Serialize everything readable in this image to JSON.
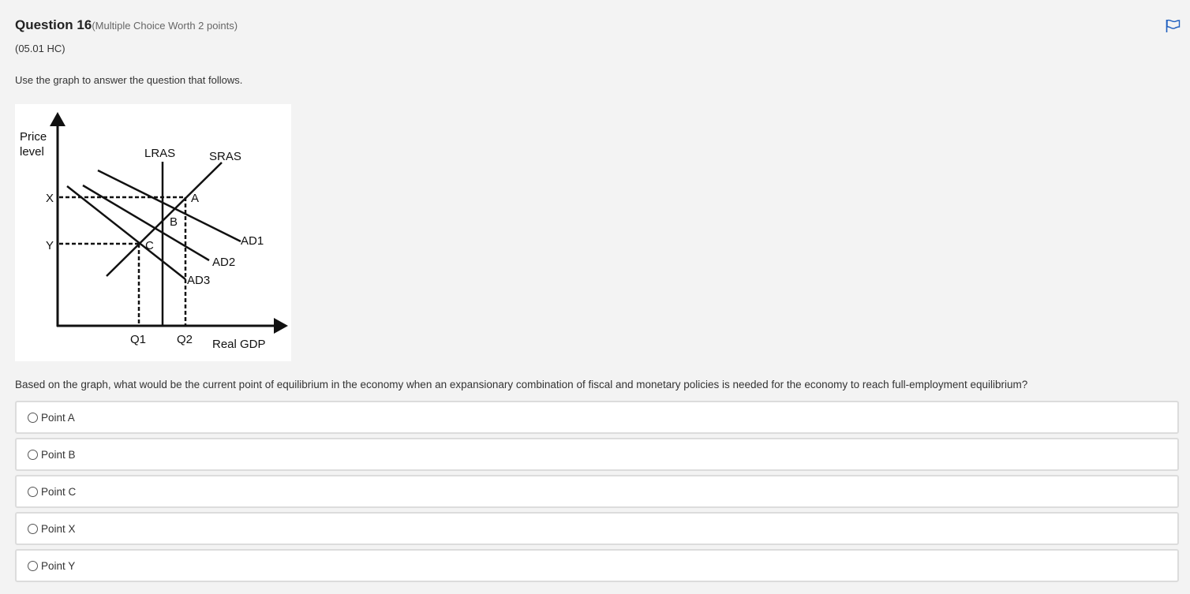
{
  "question": {
    "title": "Question 16",
    "meta": "(Multiple Choice Worth 2 points)",
    "code": "(05.01 HC)",
    "instruction": "Use the graph to answer the question that follows.",
    "prompt": "Based on the graph, what would be the current point of equilibrium in the economy when an expansionary combination of fiscal and monetary policies is needed for the economy to reach full-employment equilibrium?"
  },
  "flag": {
    "icon": "flag-icon",
    "color": "#1f5fbf"
  },
  "graph": {
    "y_axis_label_line1": "Price",
    "y_axis_label_line2": "level",
    "x_axis_label": "Real GDP",
    "price_labels": [
      "X",
      "Y"
    ],
    "quantity_labels": [
      "Q1",
      "Q2"
    ],
    "curve_labels": {
      "lras": "LRAS",
      "sras": "SRAS",
      "ad1": "AD1",
      "ad2": "AD2",
      "ad3": "AD3"
    },
    "points": [
      "A",
      "B",
      "C"
    ]
  },
  "options": [
    {
      "label": "Point A"
    },
    {
      "label": "Point B"
    },
    {
      "label": "Point C"
    },
    {
      "label": "Point X"
    },
    {
      "label": "Point Y"
    }
  ]
}
